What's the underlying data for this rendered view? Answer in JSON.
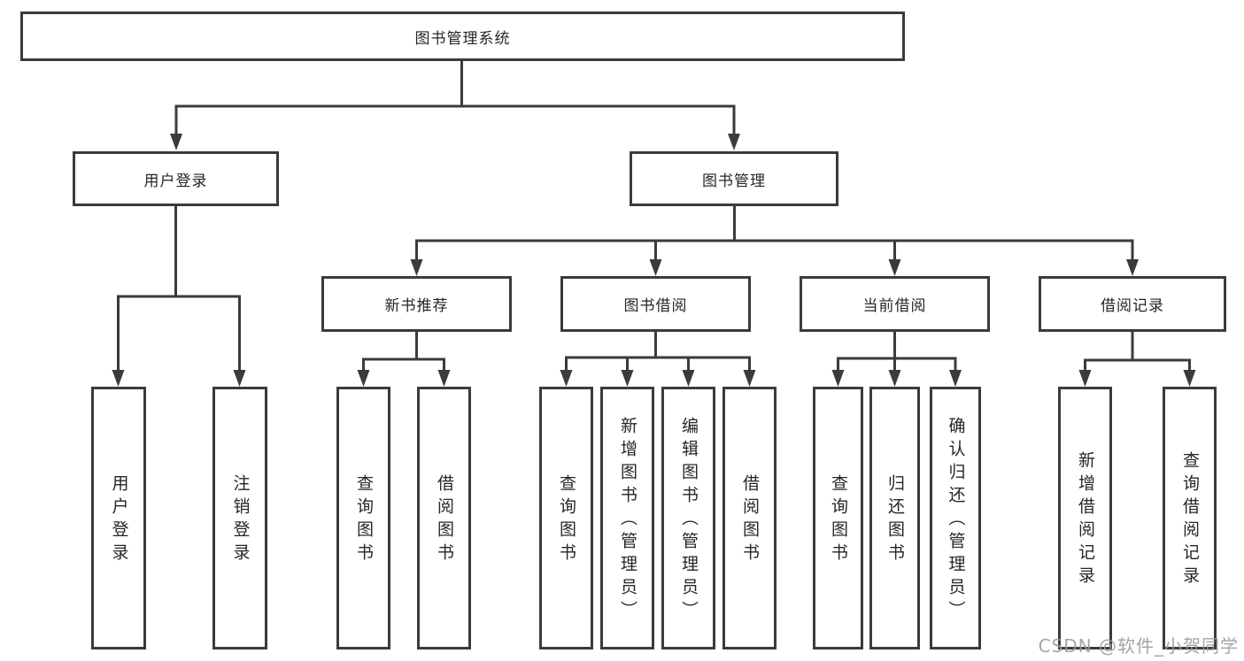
{
  "diagram": {
    "root": {
      "label": "图书管理系统"
    },
    "level2": {
      "user_login": {
        "label": "用户登录"
      },
      "book_mgmt": {
        "label": "图书管理"
      }
    },
    "level3": {
      "new_book_rec": {
        "label": "新书推荐"
      },
      "book_borrow": {
        "label": "图书借阅"
      },
      "current_borrow": {
        "label": "当前借阅"
      },
      "borrow_records": {
        "label": "借阅记录"
      }
    },
    "children": {
      "user_login": [
        "用户登录",
        "注销登录"
      ],
      "new_book_rec": [
        "查询图书",
        "借阅图书"
      ],
      "book_borrow": [
        "查询图书",
        "新增图书（管理员）",
        "编辑图书（管理员）",
        "借阅图书"
      ],
      "current_borrow": [
        "查询图书",
        "归还图书",
        "确认归还（管理员）"
      ],
      "borrow_records": [
        "新增借阅记录",
        "查询借阅记录"
      ]
    }
  },
  "watermark": {
    "text": "CSDN @软件_小贺同学",
    "color": "#9a9aa0"
  },
  "colors": {
    "line": "#3b3b3b",
    "box_border": "#3b3b3b",
    "text": "#262626",
    "background": "#ffffff"
  }
}
